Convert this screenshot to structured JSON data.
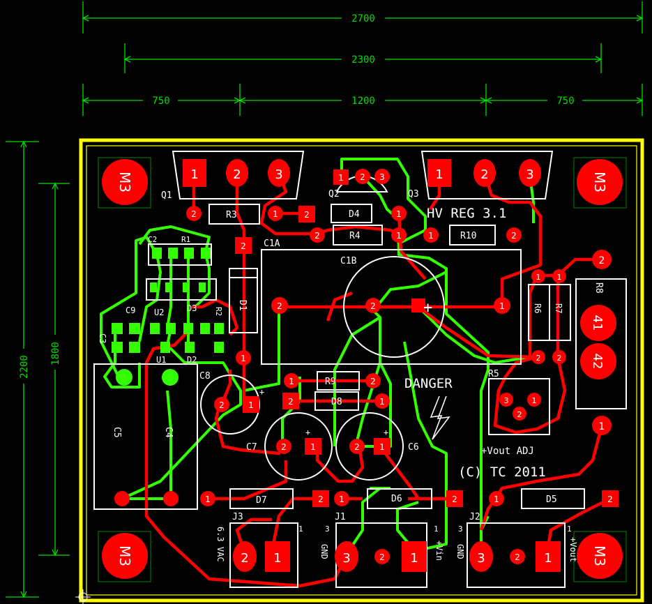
{
  "dimensions": {
    "overall_width": "2700",
    "inner_width": "2300",
    "left_span": "750",
    "center_span": "1200",
    "right_span": "750",
    "overall_height": "2200",
    "inner_height": "1800"
  },
  "title": "HV REG 3.1",
  "warning": "DANGER",
  "copyright": "(C) TC 2011",
  "adjust_label": "+Vout ADJ",
  "components": {
    "q1": "Q1",
    "q2": "Q2",
    "q3": "Q3",
    "r1": "R1",
    "r2": "R2",
    "r3": "R3",
    "r4": "R4",
    "r5": "R5",
    "r6": "R6",
    "r7": "R7",
    "r8": "R8",
    "r9": "R9",
    "r10": "R10",
    "c1a": "C1A",
    "c1b": "C1B",
    "c2": "C2",
    "c3": "C3",
    "c4": "C4",
    "c5": "C5",
    "c6": "C6",
    "c7": "C7",
    "c8": "C8",
    "c9": "C9",
    "d1": "D1",
    "d2": "D2",
    "d3": "D3",
    "d4": "D4",
    "d5": "D5",
    "d6": "D6",
    "d7": "D7",
    "d8": "D8",
    "u1": "U1",
    "u2": "U2",
    "j1": "J1",
    "j2": "J2",
    "j3": "J3"
  },
  "connectors": {
    "j3_label": "6.3 VAC",
    "j1_gnd": "GND",
    "j1_vin": "+Vin",
    "j2_gnd": "GND",
    "j2_vout": "+Vout"
  },
  "mounting_holes": [
    "M3",
    "M3",
    "M3",
    "M3"
  ],
  "pad_labels": {
    "one": "1",
    "two": "2",
    "three": "3",
    "pad41": "41",
    "pad42": "42",
    "plus": "+"
  },
  "colors": {
    "background": "#000000",
    "board_outline": "#ffff00",
    "copper_top": "#ff0000",
    "copper_bottom": "#33ff00",
    "silkscreen": "#ffffff",
    "dimension": "#00e000"
  }
}
